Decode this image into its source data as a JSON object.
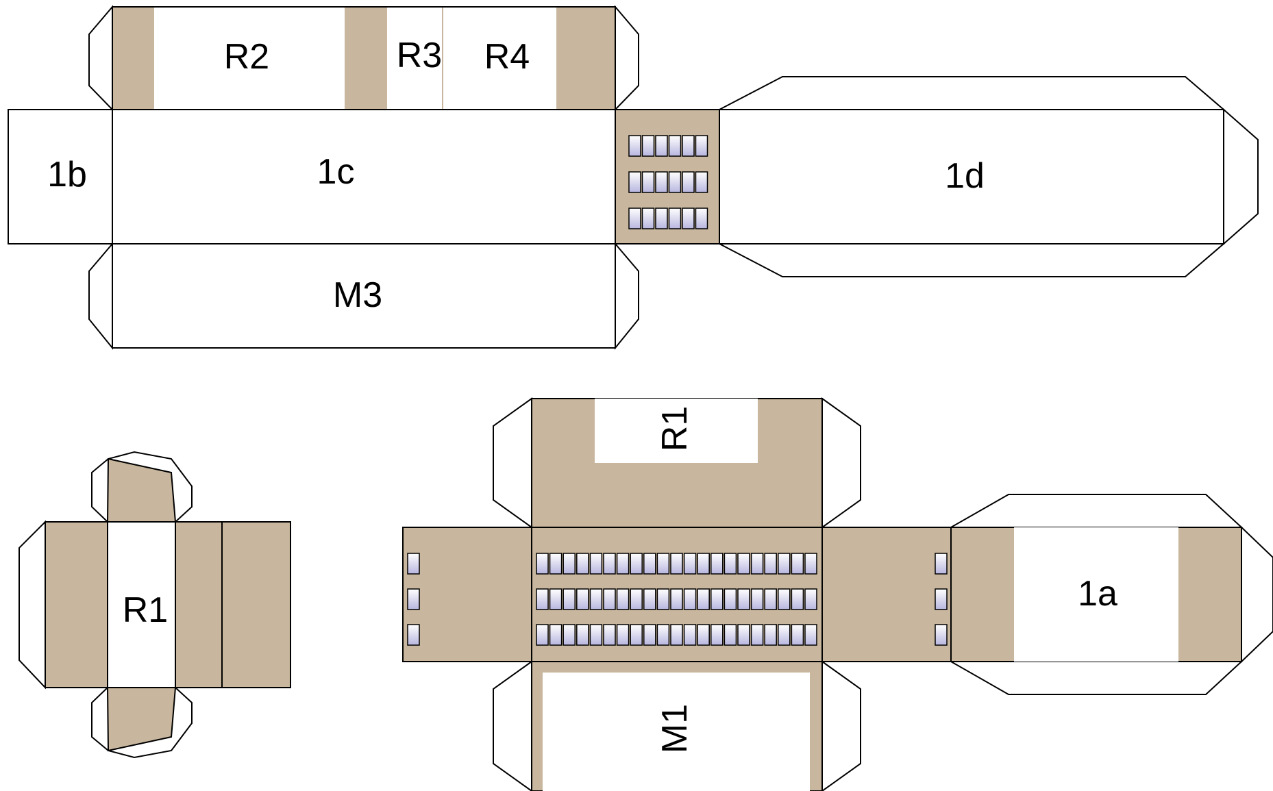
{
  "colors": {
    "paper": "#ffffff",
    "tan": "#c8b79e",
    "line": "#000000",
    "window_top": "#ffffff",
    "window_bottom": "#b8b6df"
  },
  "labels": {
    "r2_top": "R2",
    "r3_top": "R3",
    "r4_top": "R4",
    "1b": "1b",
    "1c": "1c",
    "1d": "1d",
    "m3": "M3",
    "r1_small": "R1",
    "r1_big": "R1",
    "1a": "1a",
    "m1": "M1"
  }
}
